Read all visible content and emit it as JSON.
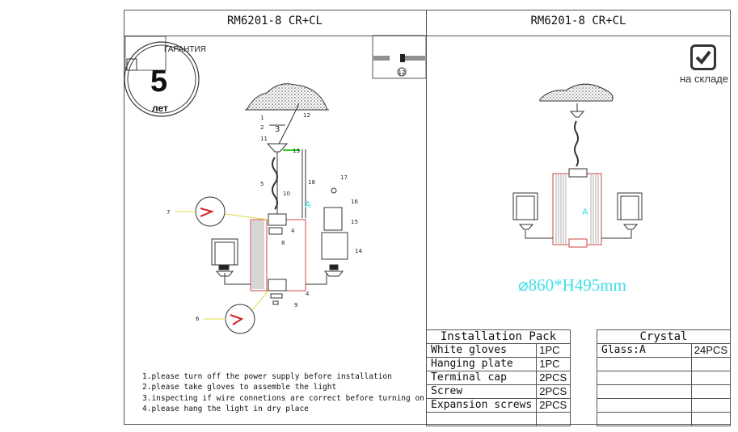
{
  "header": {
    "left_title": "RM6201-8 CR+CL",
    "right_title": "RM6201-8 CR+CL"
  },
  "warranty_badge": {
    "top_text": "ГАРАНТИЯ",
    "number": "5",
    "bottom_text": "лет"
  },
  "stock": {
    "icon": "checkbox-checked-icon",
    "label": "на складе"
  },
  "dimensions": "⌀860*H495mm",
  "diagram_labels": [
    "1",
    "2",
    "3",
    "4",
    "4",
    "5",
    "6",
    "7",
    "8",
    "9",
    "10",
    "11",
    "12",
    "12",
    "13",
    "14",
    "15",
    "16",
    "17",
    "18",
    "A",
    "A"
  ],
  "notes": [
    "1.please turn off the power supply before installation",
    "2.please take gloves to assemble the light",
    "3.inspecting if wire connetions are correct before turning on",
    "4.please hang the light in dry place"
  ],
  "installation_pack": {
    "title": "Installation Pack",
    "rows": [
      {
        "item": "White gloves",
        "qty": "1PC"
      },
      {
        "item": "Hanging plate",
        "qty": "1PC"
      },
      {
        "item": "Terminal cap",
        "qty": "2PCS"
      },
      {
        "item": "Screw",
        "qty": "2PCS"
      },
      {
        "item": "Expansion screws",
        "qty": "2PCS"
      },
      {
        "item": "",
        "qty": ""
      }
    ]
  },
  "crystal": {
    "title": "Crystal",
    "rows": [
      {
        "item": "Glass:A",
        "qty": "24PCS"
      },
      {
        "item": "",
        "qty": ""
      },
      {
        "item": "",
        "qty": ""
      },
      {
        "item": "",
        "qty": ""
      },
      {
        "item": "",
        "qty": ""
      },
      {
        "item": "",
        "qty": ""
      }
    ]
  },
  "colors": {
    "line": "#555555",
    "accent_cyan": "#3fe0e8",
    "arrow_green": "#22cc22",
    "wire_red": "#cc2222"
  }
}
